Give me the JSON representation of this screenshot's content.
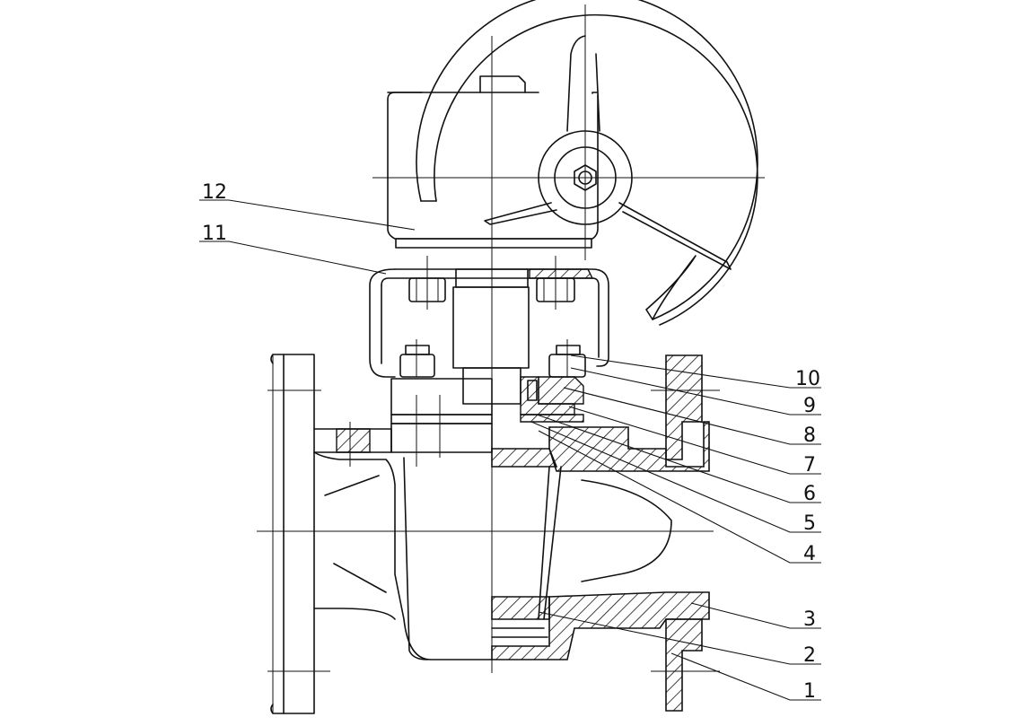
{
  "callouts": [
    {
      "id": "p1",
      "label": "1"
    },
    {
      "id": "p2",
      "label": "2"
    },
    {
      "id": "p3",
      "label": "3"
    },
    {
      "id": "p4",
      "label": "4"
    },
    {
      "id": "p5",
      "label": "5"
    },
    {
      "id": "p6",
      "label": "6"
    },
    {
      "id": "p7",
      "label": "7"
    },
    {
      "id": "p8",
      "label": "8"
    },
    {
      "id": "p9",
      "label": "9"
    },
    {
      "id": "p10",
      "label": "10"
    },
    {
      "id": "p11",
      "label": "11"
    },
    {
      "id": "p12",
      "label": "12"
    }
  ]
}
